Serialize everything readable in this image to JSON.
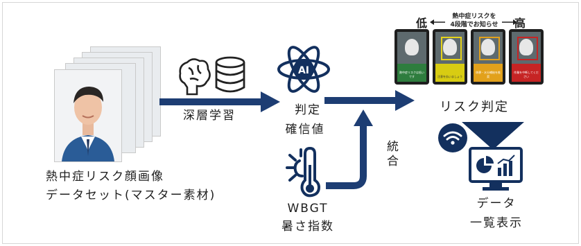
{
  "left": {
    "caption_line1": "熱中症リスク顔画像",
    "caption_line2": "データセット(マスター素材)"
  },
  "arrow1": {
    "label": "深層学習"
  },
  "center": {
    "line1": "判定",
    "line2": "確信値",
    "ai_badge": "AI"
  },
  "wbgt": {
    "line1": "WBGT",
    "line2": "暑さ指数"
  },
  "merge": {
    "label": "統合"
  },
  "scale": {
    "low": "低",
    "high": "高",
    "title_line1": "熱中症リスクを",
    "title_line2": "4段階でお知らせ",
    "levels": [
      {
        "color": "#2e7d3e",
        "text": "熱中症リスクは低いです"
      },
      {
        "color": "#d8cc12",
        "text": "注意を払いましょう"
      },
      {
        "color": "#e2a11b",
        "text": "休憩・水分補給を推奨"
      },
      {
        "color": "#c62424",
        "text": "作業を中断してください"
      }
    ]
  },
  "result": {
    "label": "リスク判定"
  },
  "monitor": {
    "line1": "データ",
    "line2": "一覧表示"
  },
  "colors": {
    "navy": "#13305e",
    "arrow": "#1d3d73"
  }
}
